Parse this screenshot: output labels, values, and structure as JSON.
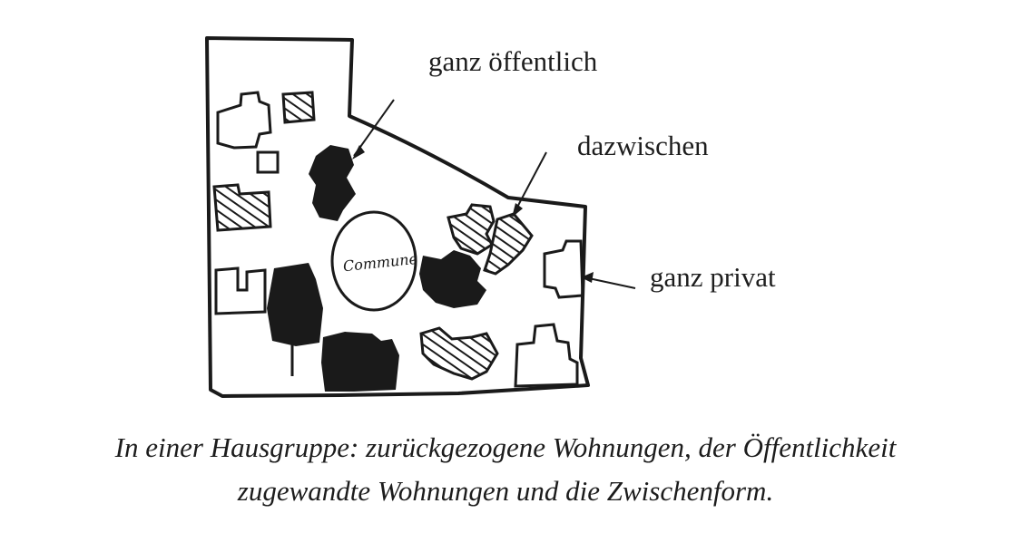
{
  "diagram": {
    "labels": {
      "public": "ganz öffentlich",
      "between": "dazwischen",
      "private": "ganz privat"
    },
    "sketch_inner_text": "Commune",
    "caption": {
      "line1": "In einer Hausgruppe: zurückgezogene Wohnungen, der Öffentlichkeit",
      "line2": "zugewandte Wohnungen und die Zwischenform."
    }
  },
  "colors": {
    "ink": "#1a1a1a",
    "paper": "#ffffff"
  }
}
